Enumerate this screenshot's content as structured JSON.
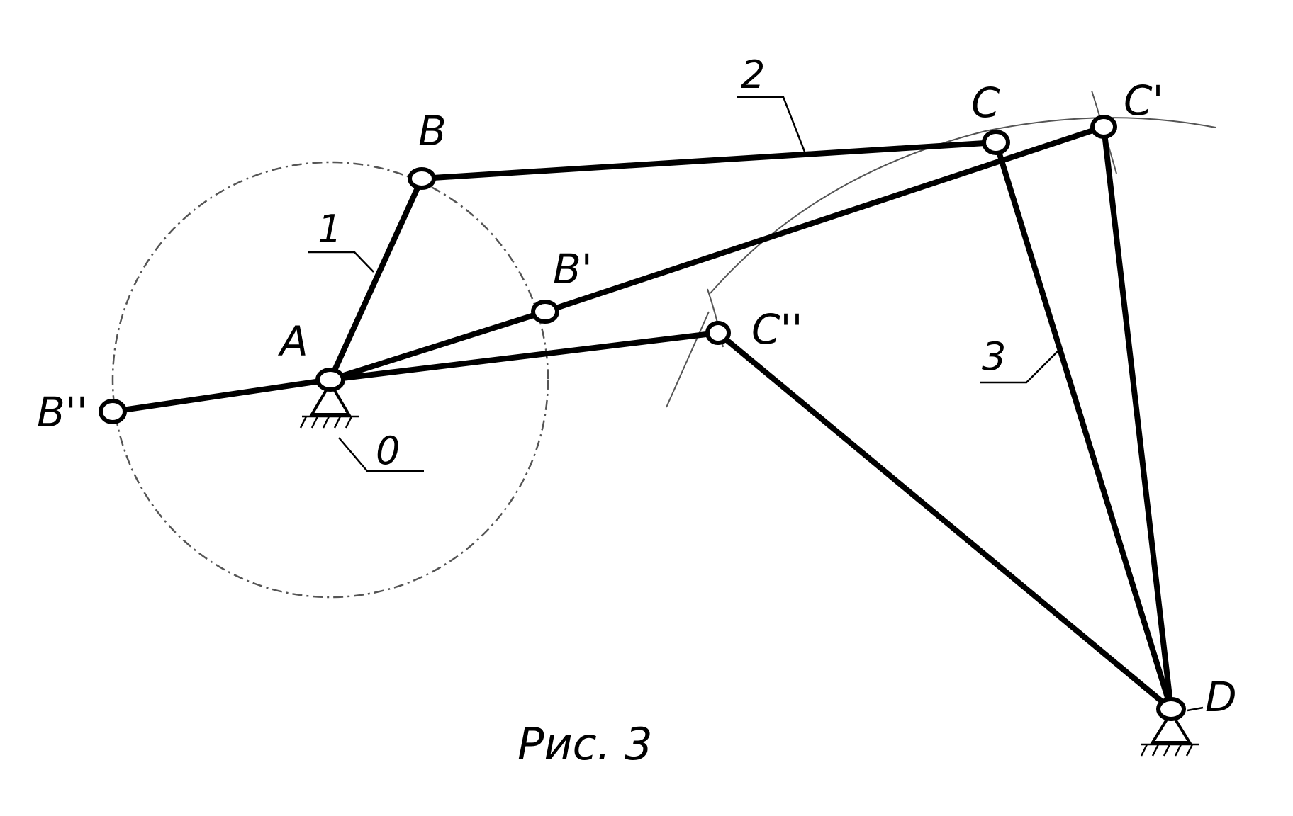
{
  "labels": {
    "A": "A",
    "B": "B",
    "B_prime": "B'",
    "B_double": "B''",
    "C": "C",
    "C_prime": "C'",
    "C_double": "C''",
    "D": "D",
    "link_0": "0",
    "link_1": "1",
    "link_2": "2",
    "link_3": "3"
  },
  "caption": "Рис. 3"
}
